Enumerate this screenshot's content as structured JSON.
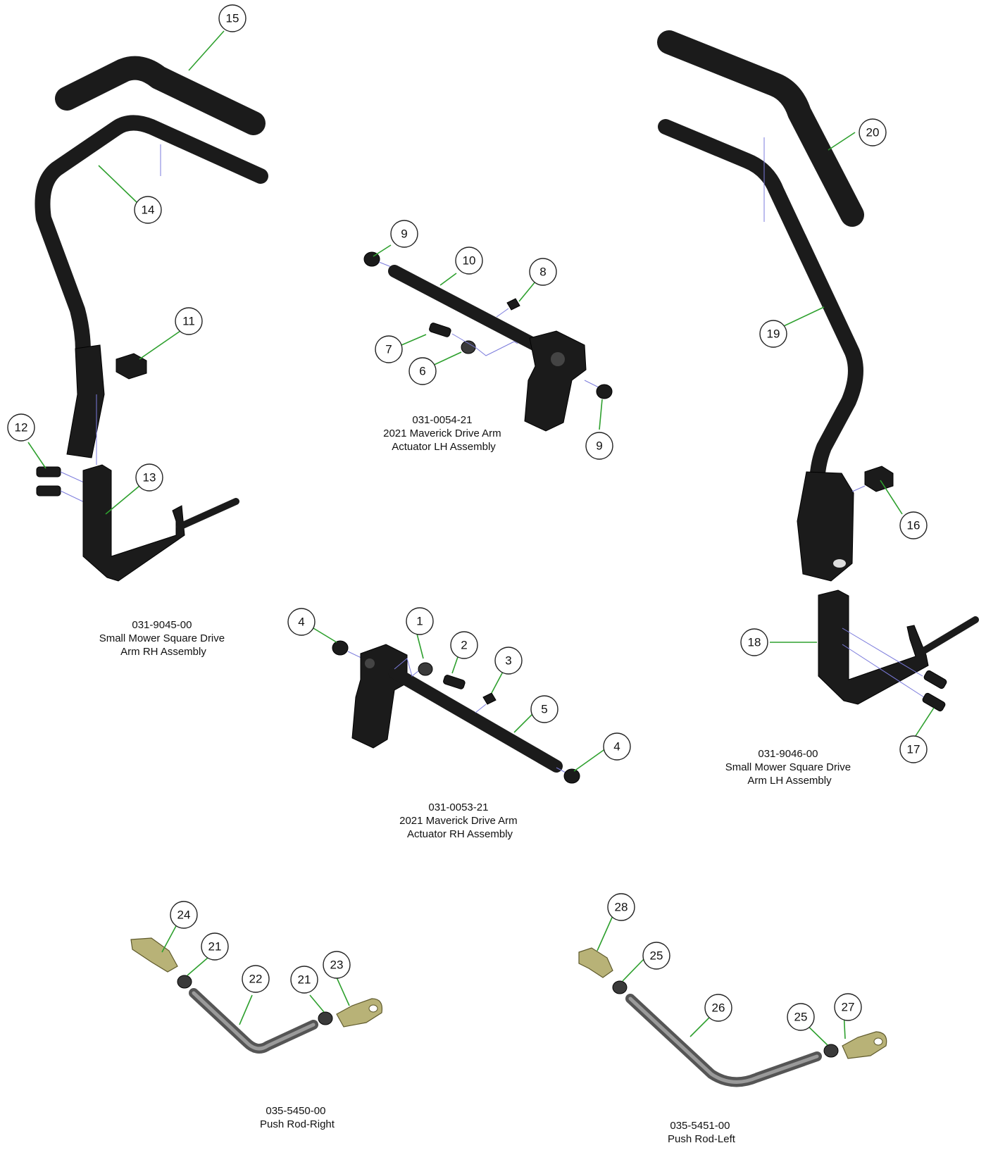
{
  "assemblies": [
    {
      "id": "drive-arm-rh",
      "lines": [
        "031-9045-00",
        "Small Mower Square Drive",
        "Arm RH Assembly"
      ]
    },
    {
      "id": "actuator-lh",
      "lines": [
        "031-0054-21",
        "2021 Maverick Drive Arm",
        "Actuator LH Assembly"
      ]
    },
    {
      "id": "drive-arm-lh",
      "lines": [
        "031-9046-00",
        "Small Mower Square Drive",
        "Arm LH Assembly"
      ]
    },
    {
      "id": "actuator-rh",
      "lines": [
        "031-0053-21",
        "2021 Maverick Drive Arm",
        "Actuator RH Assembly"
      ]
    },
    {
      "id": "push-rod-right",
      "lines": [
        "035-5450-00",
        "Push Rod-Right"
      ]
    },
    {
      "id": "push-rod-left",
      "lines": [
        "035-5451-00",
        "Push Rod-Left"
      ]
    }
  ],
  "callouts": [
    "15",
    "14",
    "11",
    "12",
    "13",
    "9",
    "10",
    "8",
    "7",
    "6",
    "9",
    "20",
    "19",
    "16",
    "18",
    "17",
    "4",
    "1",
    "2",
    "3",
    "5",
    "4",
    "24",
    "21",
    "22",
    "21",
    "23",
    "28",
    "25",
    "26",
    "25",
    "27"
  ],
  "colors": {
    "leader": "#2ea02e",
    "part": "#1b1b1b",
    "brass": "#b8b277",
    "hidden_line": "#7b7bdc"
  }
}
